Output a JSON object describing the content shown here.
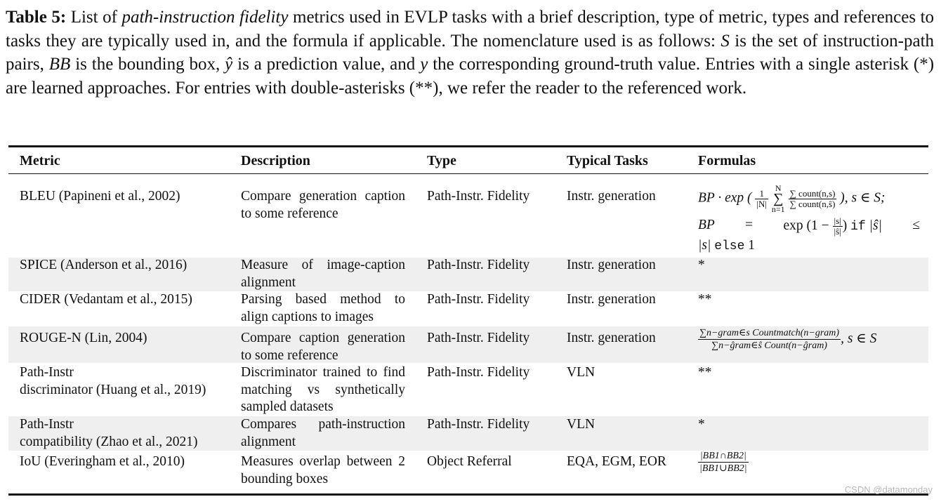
{
  "caption": {
    "label": "Table 5:",
    "part1": "List of",
    "italic": "path-instruction fidelity",
    "part2": "metrics used in EVLP  tasks with a brief description, type of metric, types and references to tasks they are typically used in, and the formula if applicable. The nomenclature used is as follows:",
    "var_s": "S",
    "part3": "is the set of instruction-path pairs,",
    "var_bb": "BB",
    "part4": "is the bounding box,",
    "var_yhat": "ŷ",
    "part5": "is a prediction value, and",
    "var_y": "y",
    "part6": "the corresponding ground-truth value. Entries with a single asterisk (*) are learned approaches. For entries with double-asterisks (**), we refer the reader to the referenced work."
  },
  "headers": [
    "Metric",
    "Description",
    "Type",
    "Typical Tasks",
    "Formulas"
  ],
  "rows": [
    {
      "metric": "BLEU (Papineni et al., 2002)",
      "description": "Compare generation caption to some reference",
      "type": "Path-Instr. Fidelity",
      "tasks": "Instr. generation",
      "formula": "bleu"
    },
    {
      "metric": "SPICE (Anderson et al., 2016)",
      "description": "Measure of image-caption alignment",
      "type": "Path-Instr. Fidelity",
      "tasks": "Instr. generation",
      "formula": "*"
    },
    {
      "metric": "CIDER (Vedantam et al., 2015)",
      "description": "Parsing based method to align captions to images",
      "type": "Path-Instr. Fidelity",
      "tasks": "Instr. generation",
      "formula": "**"
    },
    {
      "metric": "ROUGE-N (Lin, 2004)",
      "description": "Compare caption generation to some reference",
      "type": "Path-Instr. Fidelity",
      "tasks": "Instr. generation",
      "formula": "rouge"
    },
    {
      "metric": "Path-Instr discriminator (Huang et al., 2019)",
      "metric_l1": "Path-Instr",
      "metric_l2": "discriminator (Huang et al., 2019)",
      "description": "Discriminator trained to find matching vs synthetically sampled datasets",
      "type": "Path-Instr. Fidelity",
      "tasks": "VLN",
      "formula": "**"
    },
    {
      "metric": "Path-Instr compatibility (Zhao et al., 2021)",
      "metric_l1": "Path-Instr",
      "metric_l2": "compatibility (Zhao et al., 2021)",
      "description": "Compares path-instruction alignment",
      "type": "Path-Instr. Fidelity",
      "tasks": "VLN",
      "formula": "*"
    },
    {
      "metric": "IoU (Everingham et al., 2010)",
      "description": "Measures overlap between 2 bounding boxes",
      "type": "Object Referral",
      "tasks": "EQA, EGM, EOR",
      "formula": "iou"
    }
  ],
  "formulas": {
    "bleu_l1_prefix": "BP · exp (",
    "bleu_frac1_num": "1",
    "bleu_frac1_den": "|N|",
    "bleu_sum": "∑",
    "bleu_sum_top": "N",
    "bleu_sum_bot": "n=1",
    "bleu_frac2_num": "∑ count(n,s)",
    "bleu_frac2_den": "∑ count(n,ŝ)",
    "bleu_l1_suffix": "), s ∈ S;",
    "bleu_l2_a": "BP",
    "bleu_l2_b": "=",
    "bleu_l2_c": "exp (1 −",
    "bleu_frac3_num": "|s|",
    "bleu_frac3_den": "|ŝ|",
    "bleu_l2_d": ")",
    "bleu_l2_if": "if",
    "bleu_l2_e": "|ŝ|",
    "bleu_l2_f": "≤",
    "bleu_l3_a": "|s|",
    "bleu_l3_else": "else",
    "bleu_l3_b": "1",
    "rouge_num": "∑n−gram∈s Countmatch(n−gram)",
    "rouge_den": "∑n−ĝram∈ŝ Count(n−ĝram)",
    "rouge_suffix": ", s ∈ S",
    "iou_num": "|BB1∩BB2|",
    "iou_den": "|BB1∪BB2|"
  },
  "watermark": "CSDN @datamonday"
}
